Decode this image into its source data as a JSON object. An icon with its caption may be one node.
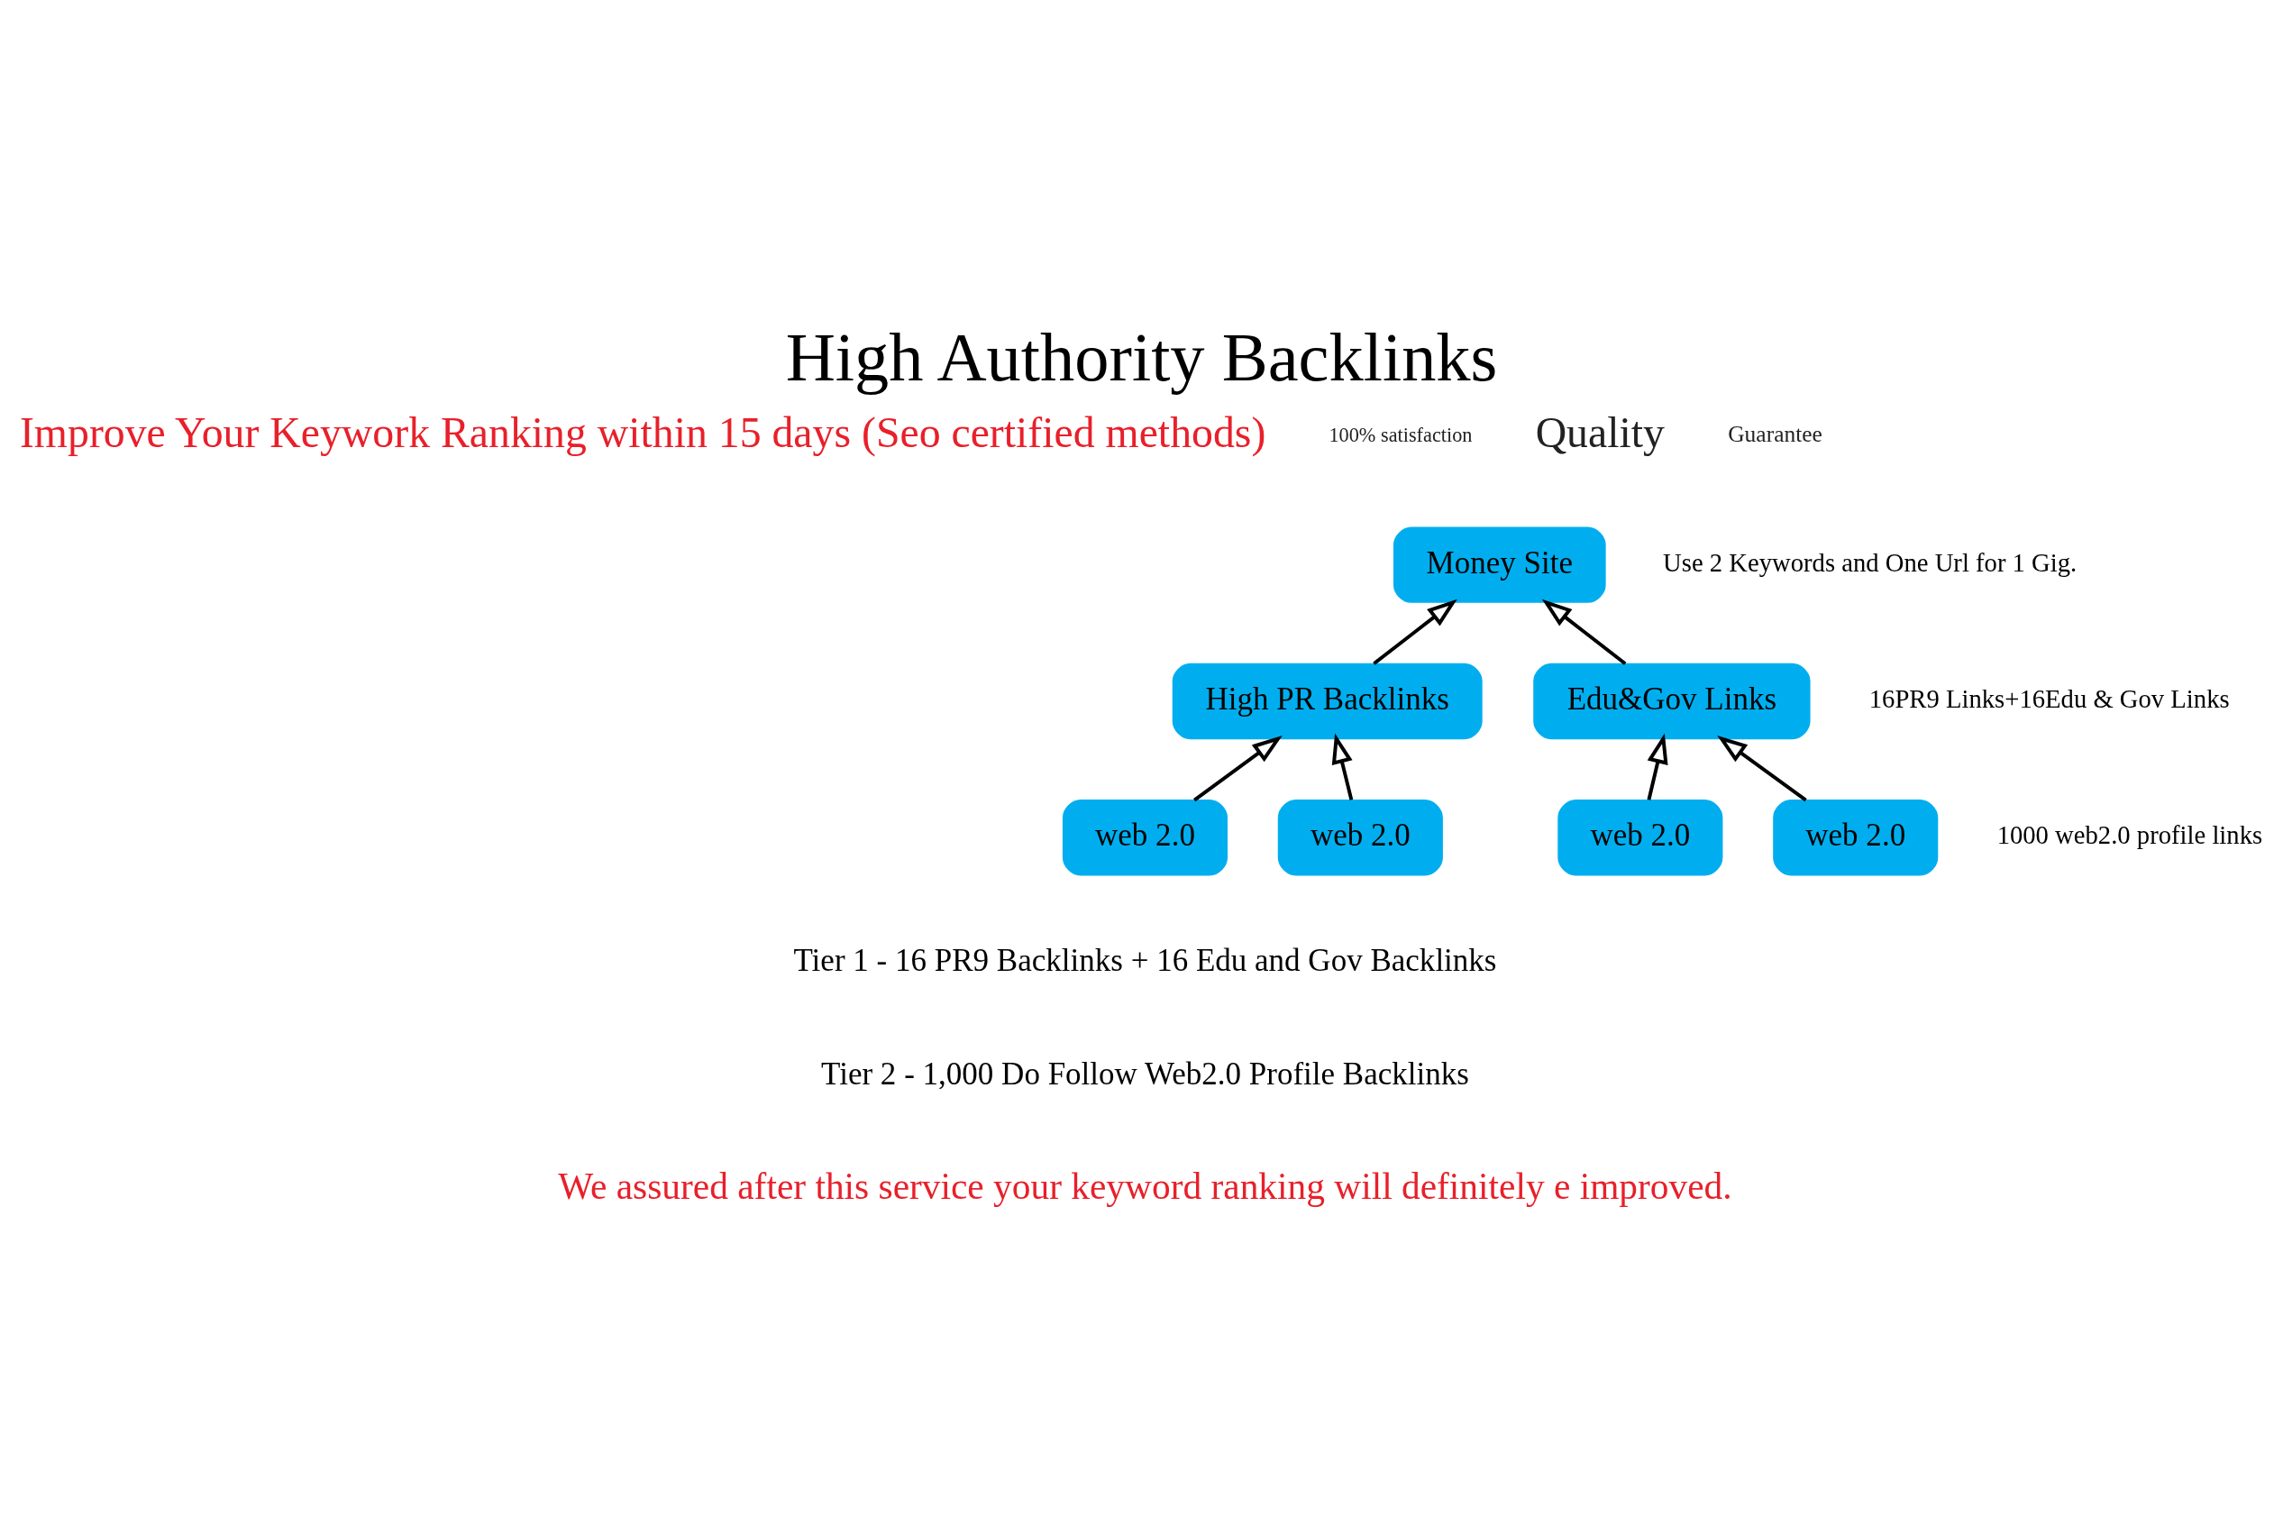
{
  "diagram": {
    "title": "High Authority Backlinks",
    "caption": "We assured after this service your keyword ranking will definitely e improved.",
    "nodes": [
      {
        "text": [
          "Money Site"
        ]
      },
      {
        "text": [
          "High PR Backlinks"
        ]
      },
      {
        "text": [
          "Edu&Gov Links"
        ]
      },
      {
        "text": [
          "web 2.0"
        ]
      },
      {
        "text": [
          "web 2.0"
        ]
      },
      {
        "text": [
          "web 2.0"
        ]
      },
      {
        "text": [
          "web 2.0"
        ]
      }
    ],
    "edges": [
      {
        "from": 1,
        "to": 0,
        "arrow": "to"
      },
      {
        "from": 2,
        "to": 0,
        "arrow": "to"
      },
      {
        "from": 3,
        "to": 1,
        "arrow": "to"
      },
      {
        "from": 4,
        "to": 1,
        "arrow": "to"
      },
      {
        "from": 5,
        "to": 2,
        "arrow": "to"
      },
      {
        "from": 6,
        "to": 2,
        "arrow": "to"
      }
    ],
    "labels": [
      "Improve Your Keywork Ranking within 15 days (Seo certified methods)",
      "100% satisfaction",
      "Quality",
      "Guarantee",
      "Use 2 Keywords and One Url for 1 Gig.",
      "16PR9 Links+16Edu & Gov Links",
      "1000 web2.0 profile links",
      "Tier 1 - 16 PR9 Backlinks + 16 Edu and Gov Backlinks",
      "Tier 2 - 1,000 Do Follow Web2.0 Profile Backlinks"
    ]
  }
}
